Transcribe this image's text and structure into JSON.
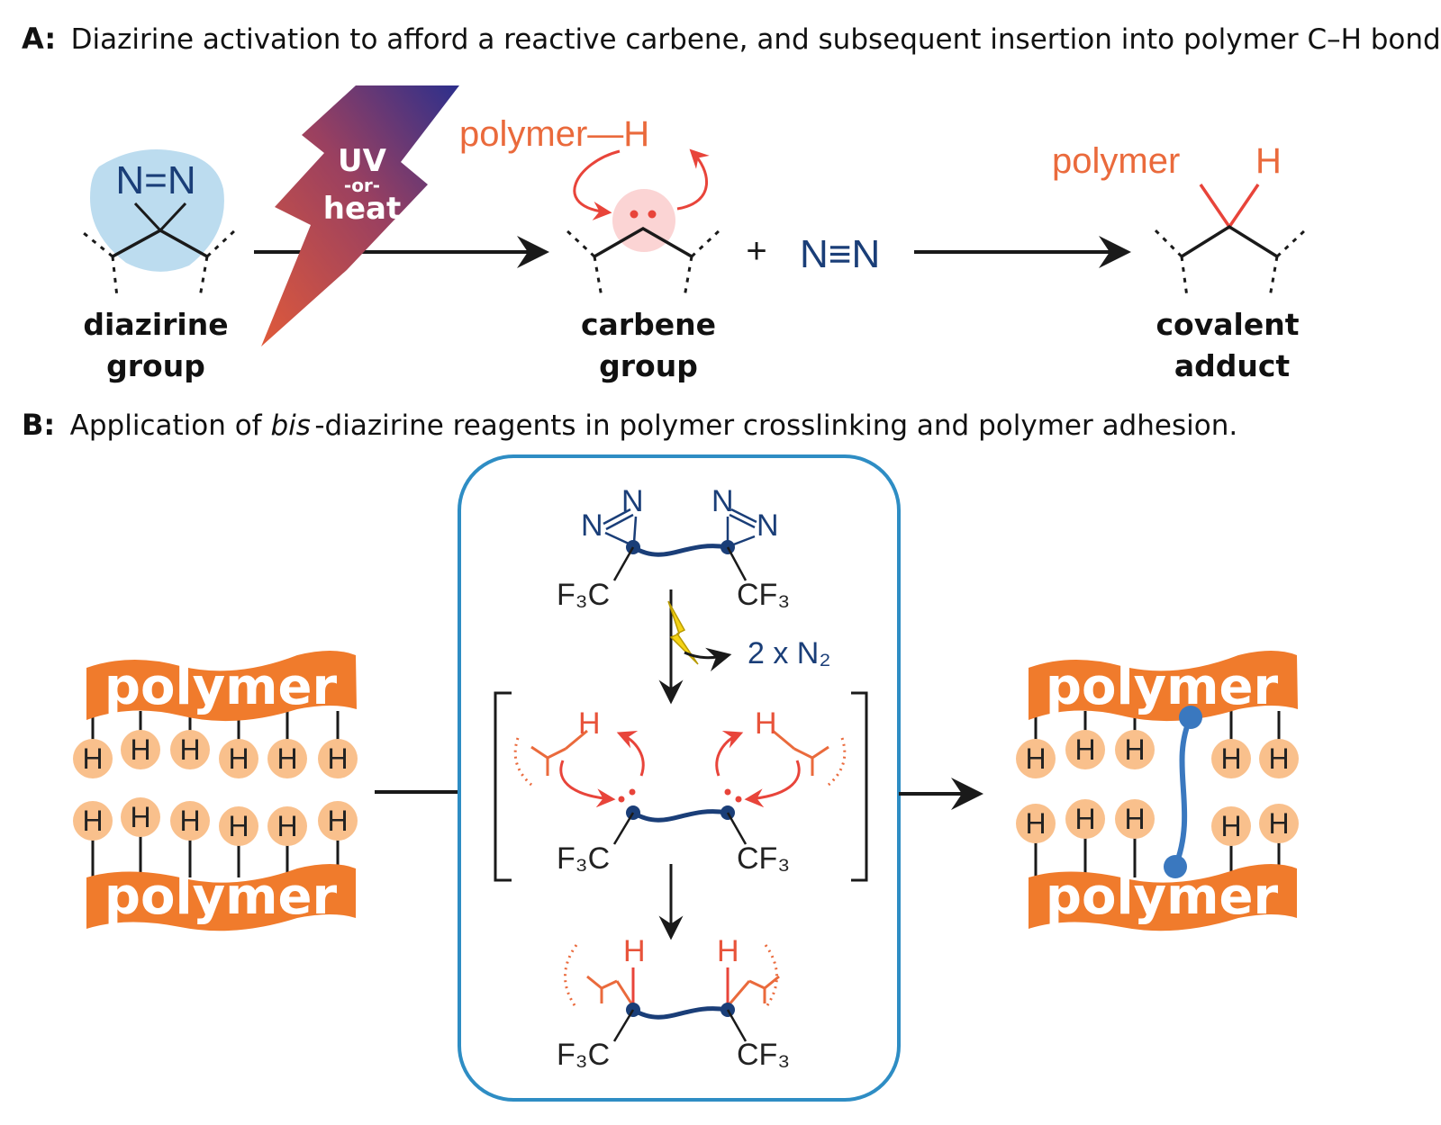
{
  "panel_a": {
    "label": "A:",
    "title": "Diazirine activation to afford a reactive carbene, and subsequent insertion into polymer C–H bonds.",
    "diazirine_atoms": "N=N",
    "bolt_line1": "UV",
    "bolt_line2": "-or-",
    "bolt_line3": "heat",
    "polymer_h": "polymer—H",
    "plus": "+",
    "n2": "N≡N",
    "adduct_polymer": "polymer",
    "adduct_h": "H",
    "caption_diazirine_1": "diazirine",
    "caption_diazirine_2": "group",
    "caption_carbene_1": "carbene",
    "caption_carbene_2": "group",
    "caption_adduct_1": "covalent",
    "caption_adduct_2": "adduct"
  },
  "panel_b": {
    "label": "B:",
    "title_pre": "Application of ",
    "title_italic": "bis",
    "title_post": "-diazirine reagents in polymer crosslinking and polymer adhesion.",
    "polymer_word": "polymer",
    "h": "H",
    "n": "N",
    "cf3_left": "F₃C",
    "cf3_right": "CF₃",
    "release": "2 x N₂"
  },
  "colors": {
    "orange": "#f07b2c",
    "h_circle": "#f9c08c",
    "navy": "#1a3e78",
    "red": "#e8443a",
    "salmon": "#ea6a3c",
    "box_border": "#2e8dc4",
    "diazirine_blob": "#bcdcef",
    "crosslink": "#3a78bf"
  }
}
